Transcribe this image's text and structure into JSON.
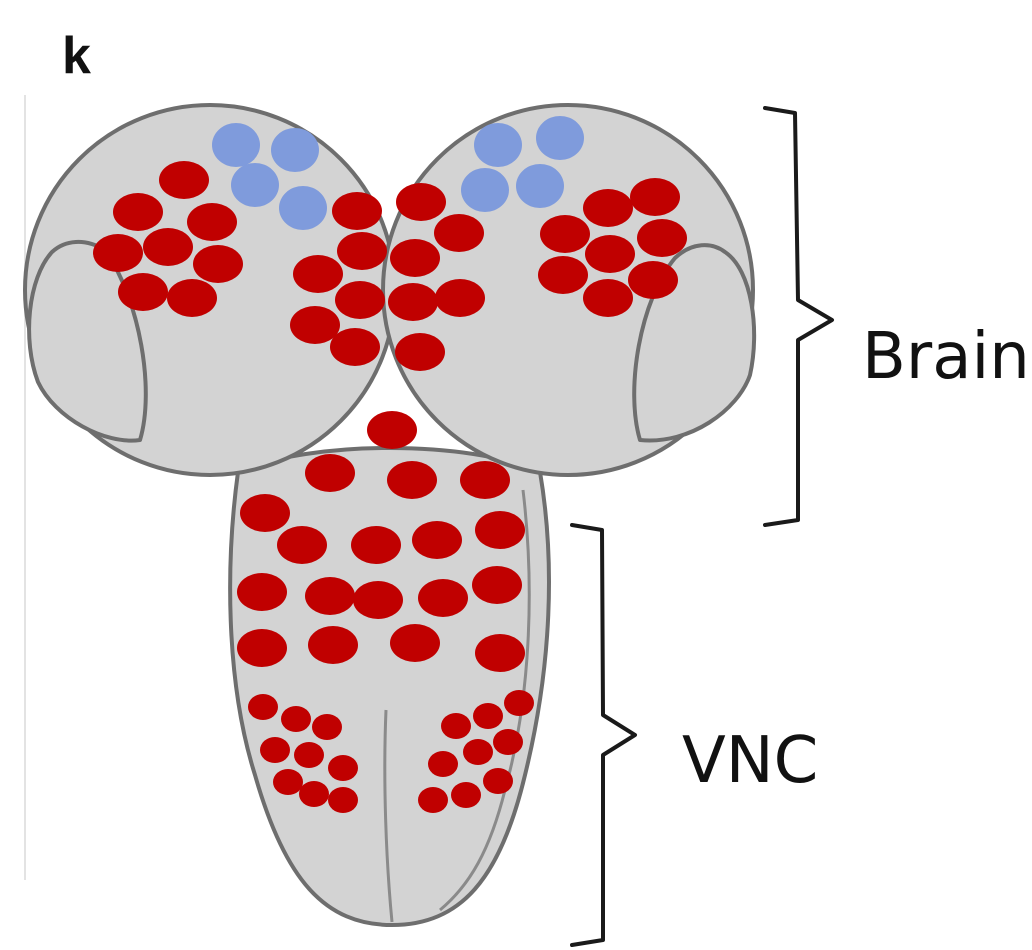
{
  "panel_letter": "k",
  "labels": {
    "brain": "Brain",
    "vnc": "VNC"
  },
  "colors": {
    "tissue_fill": "#d3d3d3",
    "tissue_outline": "#6e6e6e",
    "red_cells": "#c00000",
    "blue_cells": "#7f9bdc",
    "bracket": "#1a1a1a"
  }
}
